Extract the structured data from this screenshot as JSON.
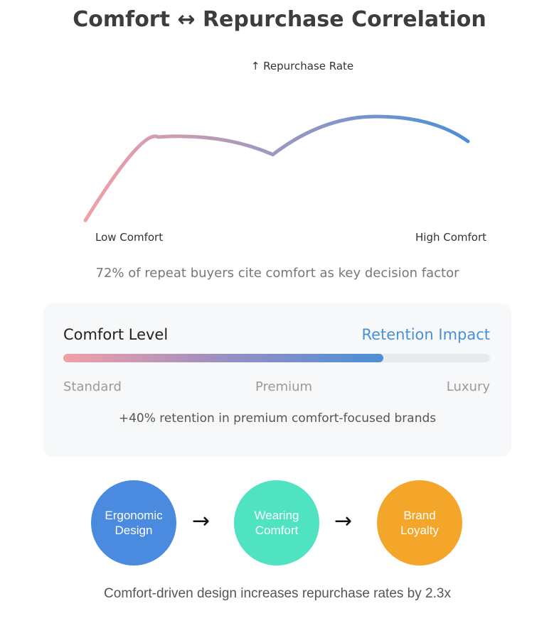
{
  "title": "Comfort ↔ Repurchase Correlation",
  "chart_data": {
    "type": "line",
    "ylabel": "↑ Repurchase Rate",
    "x_labels": [
      "Low Comfort",
      "High Comfort"
    ],
    "x": [
      0,
      0.19,
      0.49,
      0.76,
      1
    ],
    "values": [
      0.29,
      0.86,
      0.74,
      1.0,
      0.83
    ],
    "ylim": [
      0,
      1
    ],
    "color_start": "#f2a0a6",
    "color_end": "#4a8fd8",
    "grid": false
  },
  "stat_text": "72% of repeat buyers cite comfort as key decision factor",
  "card": {
    "left_label": "Comfort Level",
    "right_label": "Retention Impact",
    "progress": 0.75,
    "ticks": [
      "Standard",
      "Premium",
      "Luxury"
    ],
    "note": "+40% retention in premium comfort-focused brands"
  },
  "flow": {
    "nodes": [
      {
        "label": "Ergonomic\nDesign",
        "color": "#4a8be0"
      },
      {
        "label": "Wearing\nComfort",
        "color": "#4fe3c1"
      },
      {
        "label": "Brand\nLoyalty",
        "color": "#f4a62a"
      }
    ],
    "arrow": "→"
  },
  "footer": "Comfort-driven design increases repurchase rates by 2.3x"
}
